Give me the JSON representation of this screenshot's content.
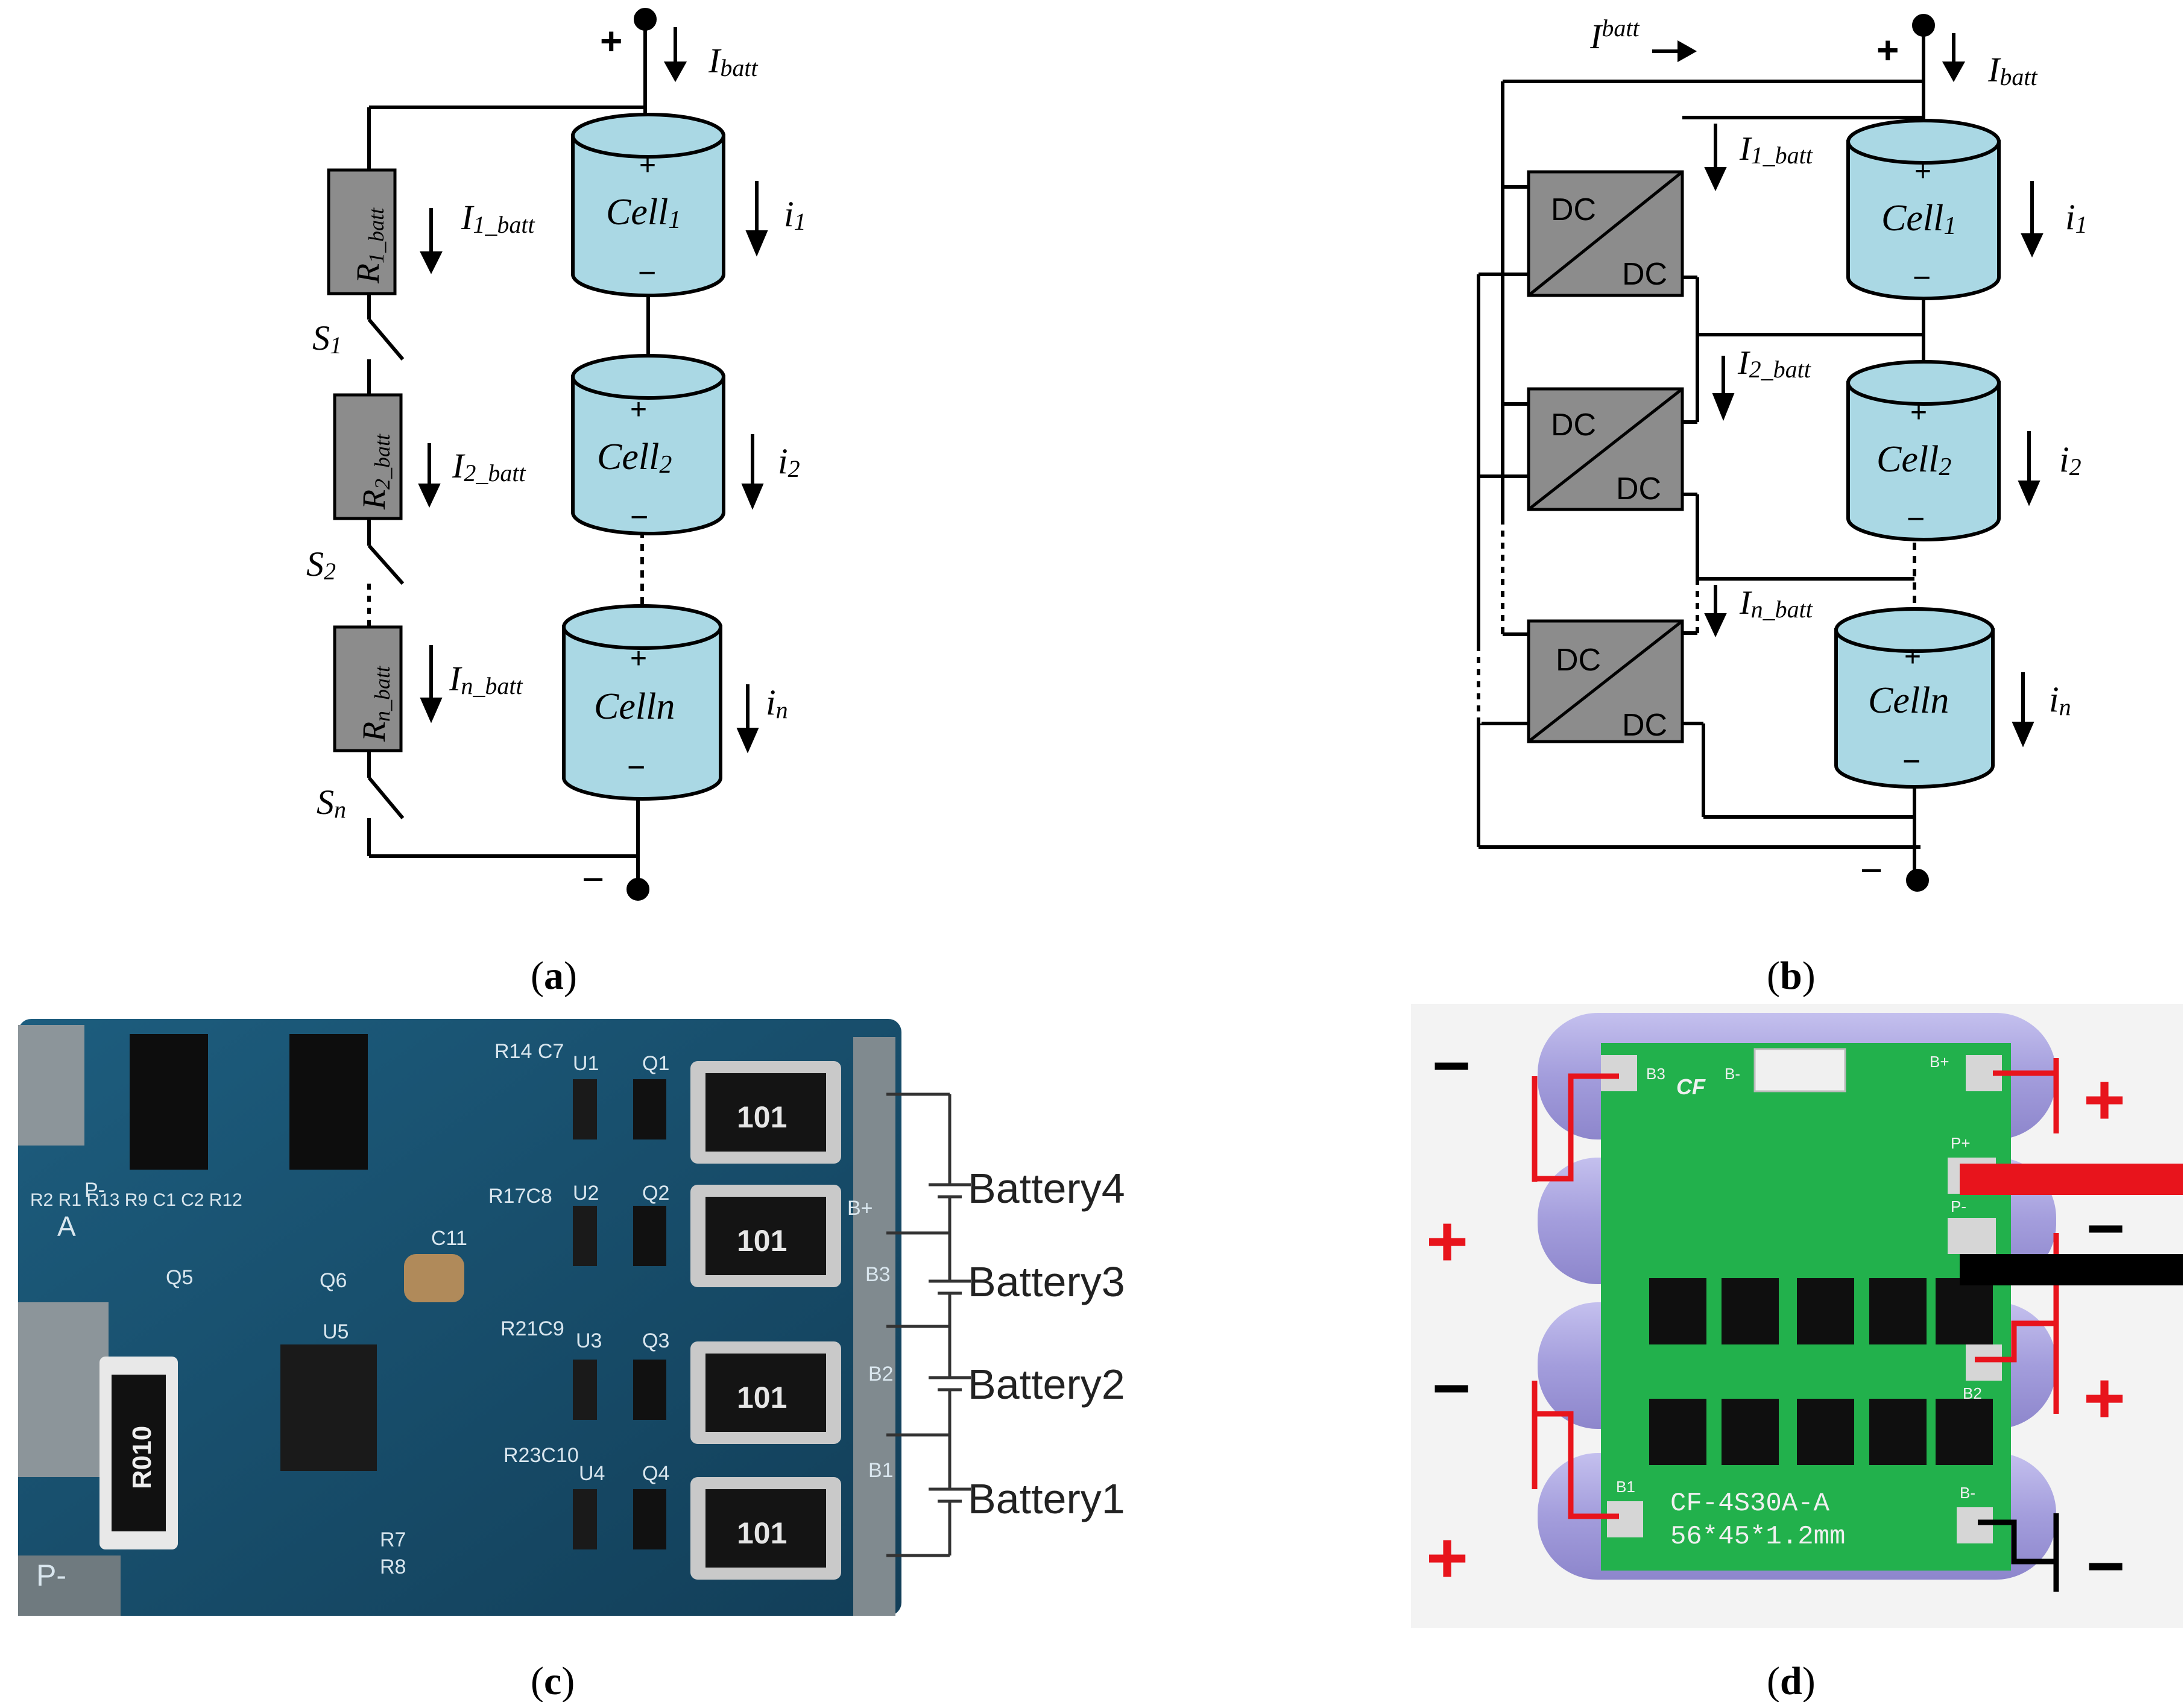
{
  "panel_a": {
    "caption_open": "(",
    "caption_letter": "a",
    "caption_close": ")",
    "plus": "+",
    "minus": "−",
    "I_batt": "I",
    "I_batt_sub": "batt",
    "cells": [
      {
        "base": "Cell",
        "sub": "1",
        "plus": "+",
        "minus": "−",
        "i": "i",
        "i_sub": "1"
      },
      {
        "base": "Cell",
        "sub": "2",
        "plus": "+",
        "minus": "−",
        "i": "i",
        "i_sub": "2"
      },
      {
        "base": "Celln",
        "sub": "",
        "plus": "+",
        "minus": "−",
        "i": "i",
        "i_sub": "n"
      }
    ],
    "resistors": [
      {
        "R": "R",
        "sub": "1_batt",
        "I": "I",
        "I_sub": "1_batt",
        "S": "S",
        "S_sub": "1"
      },
      {
        "R": "R",
        "sub": "2_batt",
        "I": "I",
        "I_sub": "2_batt",
        "S": "S",
        "S_sub": "2"
      },
      {
        "R": "R",
        "sub": "n_batt",
        "I": "I",
        "I_sub": "n_batt",
        "S": "S",
        "S_sub": "n"
      }
    ]
  },
  "panel_b": {
    "caption_open": "(",
    "caption_letter": "b",
    "caption_close": ")",
    "plus": "+",
    "minus": "−",
    "I_batt": "I",
    "I_batt_sub": "batt",
    "I_batt_top": "I",
    "I_batt_top_sub": "batt",
    "converters": [
      {
        "top": "DC",
        "bottom": "DC",
        "I": "I",
        "I_sub": "1_batt"
      },
      {
        "top": "DC",
        "bottom": "DC",
        "I": "I",
        "I_sub": "2_batt"
      },
      {
        "top": "DC",
        "bottom": "DC",
        "I": "I",
        "I_sub": "n_batt"
      }
    ],
    "cells": [
      {
        "base": "Cell",
        "sub": "1",
        "plus": "+",
        "minus": "−",
        "i": "i",
        "i_sub": "1"
      },
      {
        "base": "Cell",
        "sub": "2",
        "plus": "+",
        "minus": "−",
        "i": "i",
        "i_sub": "2"
      },
      {
        "base": "Celln",
        "sub": "",
        "plus": "+",
        "minus": "−",
        "i": "i",
        "i_sub": "n"
      }
    ]
  },
  "panel_c": {
    "caption_open": "(",
    "caption_letter": "c",
    "caption_close": ")",
    "batteries": [
      "Battery4",
      "Battery3",
      "Battery2",
      "Battery1"
    ],
    "resistor_code": "101",
    "shunt_code": "R010",
    "board_labels": {
      "p_minus_top": "P-",
      "p_minus_bottom": "P-",
      "b_plus": "B+",
      "b3": "B3",
      "b2": "B2",
      "b1": "B1",
      "q1": "Q1",
      "q2": "Q2",
      "q3": "Q3",
      "q4": "Q4",
      "u1": "U1",
      "u2": "U2",
      "u3": "U3",
      "u4": "U4",
      "r14c7": "R14 C7",
      "r17c8": "R17C8",
      "r21c9": "R21C9",
      "r23c10": "R23C10",
      "q5": "Q5",
      "q6": "Q6",
      "u5": "U5",
      "c11": "C11",
      "r7": "R7",
      "r8": "R8",
      "left_list": "R2 R1 R13 R9 C1 C2 R12",
      "left_A": "A"
    }
  },
  "panel_d": {
    "caption_open": "(",
    "caption_letter": "d",
    "caption_close": ")",
    "board_name": "CF-4S30A-A",
    "board_dims": "56*45*1.2mm",
    "logo": "CF",
    "pads": {
      "b3": "B3",
      "b_minus_top": "B-",
      "b_plus": "B+",
      "p_plus": "P+",
      "p_minus": "P-",
      "b2": "B2",
      "b1": "B1",
      "b_minus": "B-"
    },
    "polarity_left": [
      "−",
      "+",
      "−",
      "+"
    ],
    "polarity_right": [
      "+",
      "−",
      "+",
      "−"
    ],
    "colors": {
      "pcb": "#22b14c",
      "cell": "#a9a3de",
      "wire_red": "#e8141c",
      "wire_black": "#000000"
    }
  }
}
